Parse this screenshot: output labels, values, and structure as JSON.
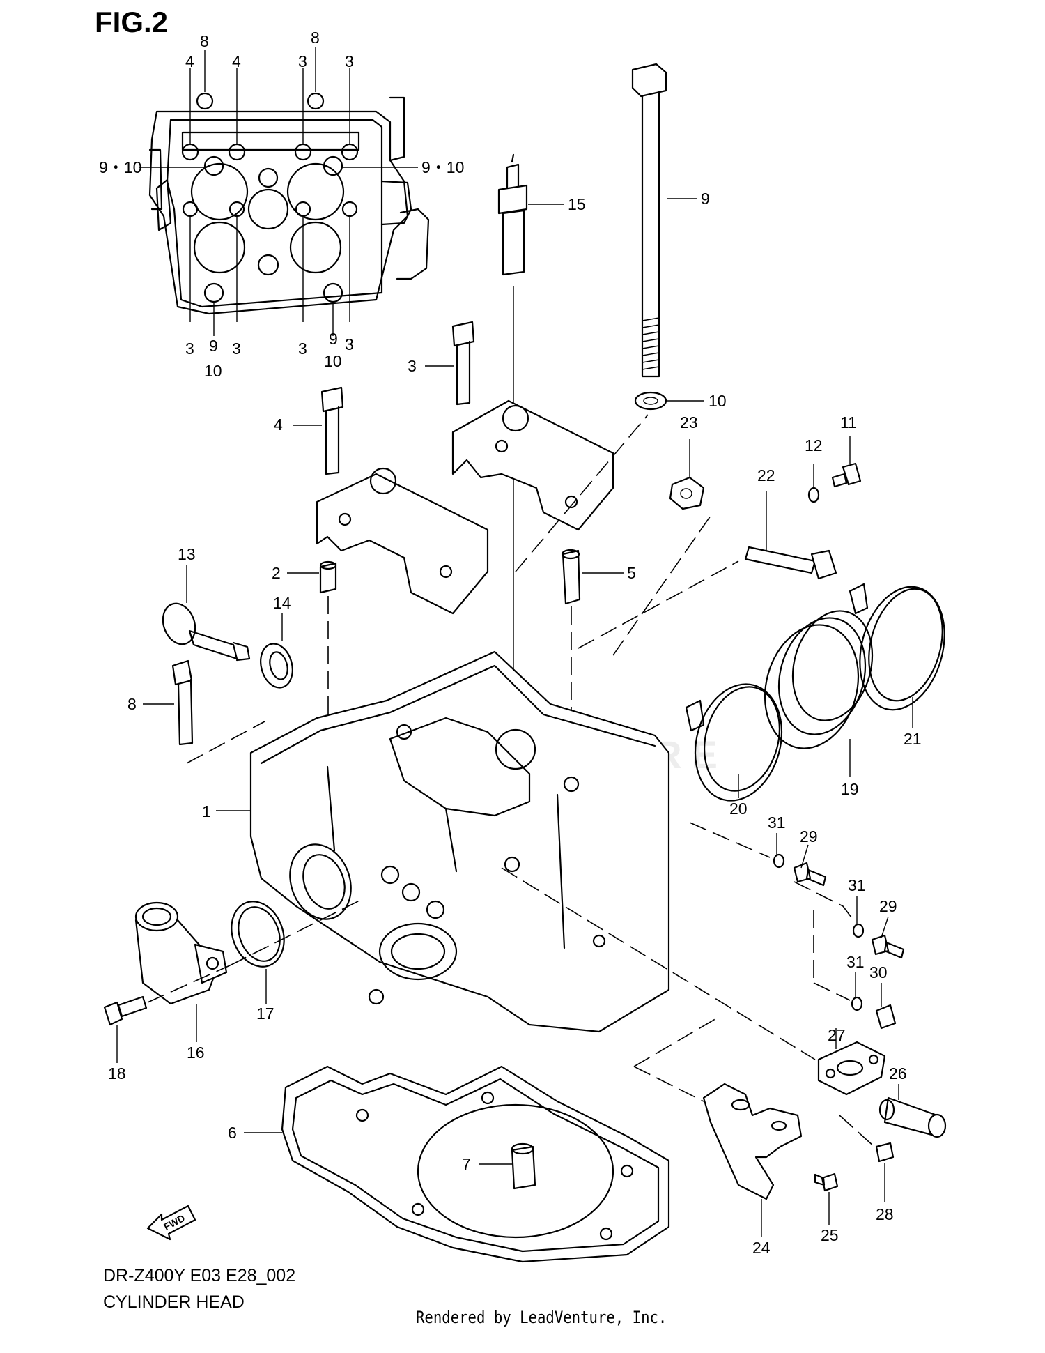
{
  "figure": {
    "title": "FIG.2",
    "model_code": "DR-Z400Y E03 E28_002",
    "section_title": "CYLINDER HEAD",
    "credit": "Rendered by LeadVenture, Inc.",
    "watermark": "LEADVENTURE",
    "direction_tag": "FWD"
  },
  "inset_callouts": [
    "8",
    "8",
    "4",
    "4",
    "3",
    "3",
    "9・10",
    "9・10",
    "3",
    "9",
    "10",
    "3",
    "3",
    "9",
    "10",
    "3"
  ],
  "callouts": [
    "1",
    "2",
    "3",
    "4",
    "5",
    "6",
    "7",
    "8",
    "9",
    "10",
    "11",
    "12",
    "13",
    "14",
    "15",
    "16",
    "17",
    "18",
    "19",
    "20",
    "21",
    "22",
    "23",
    "24",
    "25",
    "26",
    "27",
    "28",
    "29",
    "29",
    "30",
    "31",
    "31",
    "31"
  ]
}
